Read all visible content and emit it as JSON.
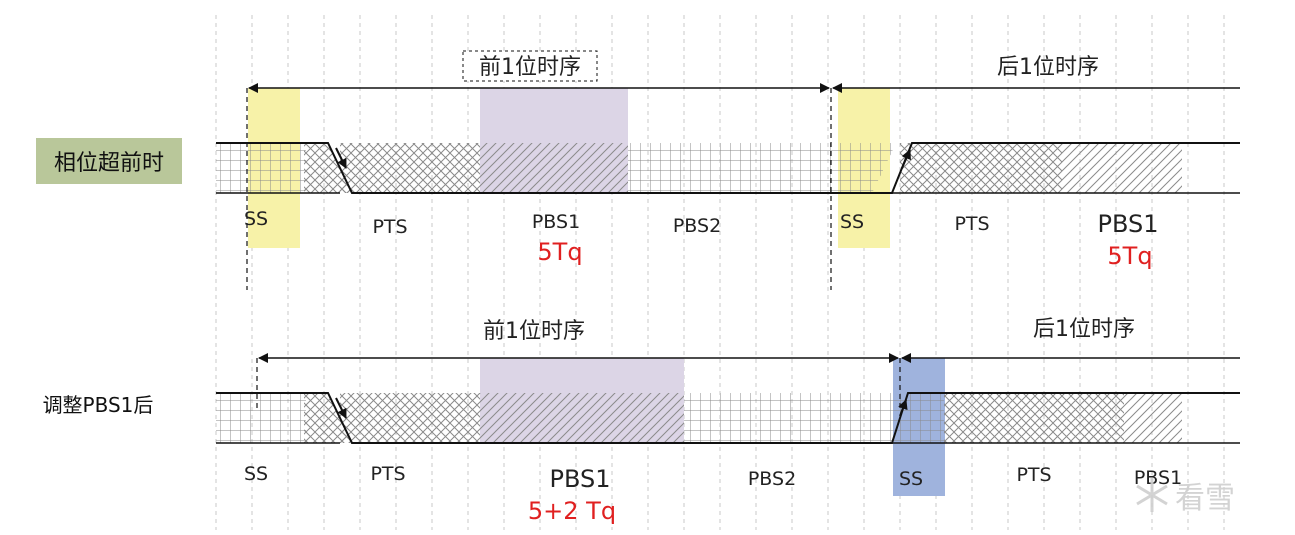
{
  "colors": {
    "ss_highlight_top": "#f7f2a8",
    "ss_highlight_bottom": "#9fb3dd",
    "pbs1_shade": "#dcd5e6",
    "row1_label_bg": "#b9c79a",
    "value_red": "#e02020",
    "line": "#111111",
    "hatch": "#8a8a8a",
    "grid_dash": "#c8c8c8"
  },
  "rows": [
    {
      "side_label": "相位超前时",
      "prev_bit_label": "前1位时序",
      "next_bit_label": "后1位时序",
      "segments": [
        {
          "name": "SS"
        },
        {
          "name": "PTS"
        },
        {
          "name": "PBS1",
          "value": "5Tq"
        },
        {
          "name": "PBS2"
        },
        {
          "name": "SS"
        },
        {
          "name": "PTS"
        },
        {
          "name": "PBS1",
          "value": "5Tq"
        }
      ]
    },
    {
      "side_label": "调整PBS1后",
      "prev_bit_label": "前1位时序",
      "next_bit_label": "后1位时序",
      "segments": [
        {
          "name": "SS"
        },
        {
          "name": "PTS"
        },
        {
          "name": "PBS1",
          "value": "5+2 Tq"
        },
        {
          "name": "PBS2"
        },
        {
          "name": "SS"
        },
        {
          "name": "PTS"
        },
        {
          "name": "PBS1"
        }
      ]
    }
  ],
  "watermark": "看雪"
}
